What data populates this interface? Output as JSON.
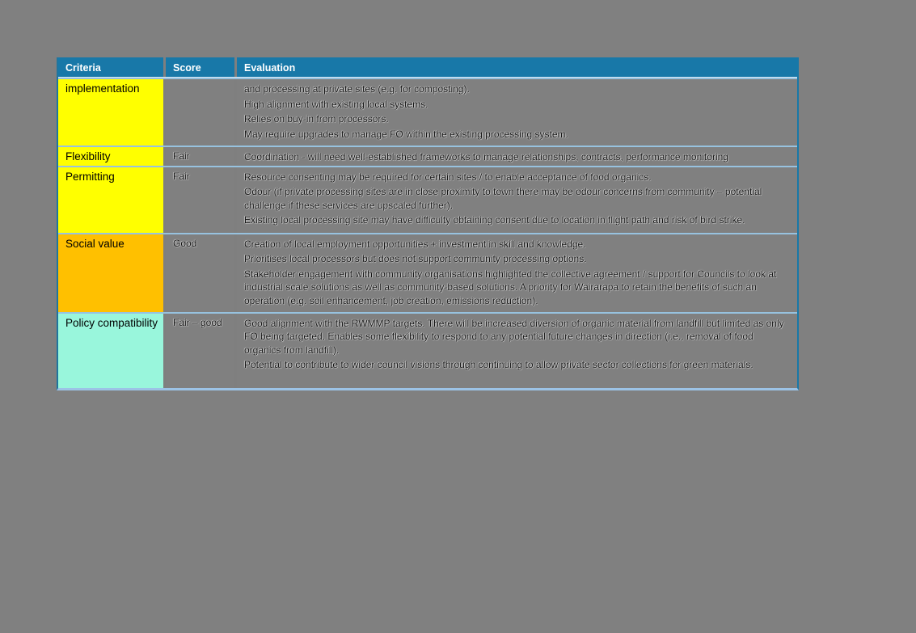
{
  "page": {
    "background_color": "#808080"
  },
  "table": {
    "header_bg": "#1878A8",
    "border_color": "#9CC3E6",
    "columns": {
      "criteria": "Criteria",
      "score": "Score",
      "evaluation": "Evaluation"
    },
    "rows": [
      {
        "criteria": "implementation",
        "criteria_bg": "#FFFF00",
        "score": "",
        "evaluation": [
          "and processing at private sites (e.g. for composting).",
          "High alignment with existing local systems.",
          "Relies on buy-in from processors.",
          "May require upgrades to manage FO within the existing processing system."
        ]
      },
      {
        "criteria": "Flexibility",
        "criteria_bg": "#FFFF00",
        "score": "Fair",
        "evaluation": [
          "Coordination - will need well-established frameworks to manage relationships, contracts, performance monitoring"
        ]
      },
      {
        "criteria": "Permitting",
        "criteria_bg": "#FFFF00",
        "score": "Fair",
        "evaluation": [
          "Resource consenting may be required for certain sites / to enable acceptance of food organics.",
          "Odour (if private processing sites are in close proximity to town there may be odour concerns from community – potential challenge if these services are upscaled further).",
          "Existing local processing site may have difficulty obtaining consent due to location in flight path and risk of bird strike."
        ]
      },
      {
        "criteria": "Social value",
        "criteria_bg": "#FFC000",
        "score": "Good",
        "evaluation": [
          "Creation of local employment opportunities + investment in skill and knowledge.",
          "Prioritises local processors but does not support community processing options.",
          "Stakeholder engagement with community organisations highlighted the collective agreement / support for Councils to look at industrial scale solutions as well as community-based solutions. A priority for Wairarapa to retain the benefits of such an operation (e.g. soil enhancement, job creation, emissions reduction)."
        ]
      },
      {
        "criteria": "Policy compatibility",
        "criteria_bg": "#99F6DC",
        "score": "Fair – good",
        "evaluation": [
          "Good alignment with the RWMMP targets. There will be increased diversion of organic material from landfill but limited as only FO being targeted. Enables some flexibility to respond to any potential future changes in direction (i.e., removal of food organics from landfill).",
          "Potential to contribute to wider council visions through continuing to allow private sector collections for green materials."
        ]
      }
    ]
  }
}
